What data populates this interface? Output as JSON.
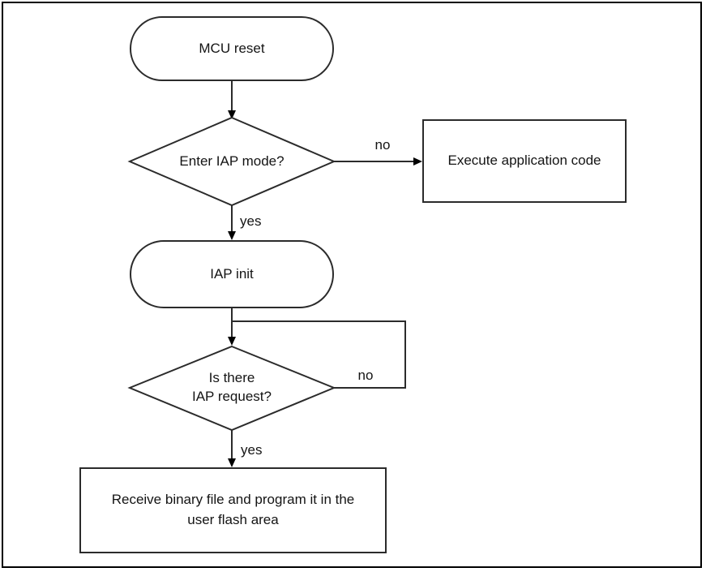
{
  "diagram": {
    "type": "flowchart",
    "colors": {
      "background": "#ffffff",
      "line": "#2b2b2b",
      "text": "#141414",
      "border": "#000000"
    },
    "nodes": {
      "mcu_reset": {
        "type": "terminator",
        "label": "MCU reset"
      },
      "enter_iap_mode": {
        "type": "decision",
        "label": "Enter IAP mode?"
      },
      "execute_app_code": {
        "type": "process",
        "label": "Execute application code"
      },
      "iap_init": {
        "type": "terminator",
        "label": "IAP init"
      },
      "iap_request": {
        "type": "decision",
        "label": "Is there\nIAP request?"
      },
      "receive_binary": {
        "type": "process",
        "label": "Receive binary file and program it in the\nuser flash area"
      }
    },
    "edges": {
      "enter_iap_no": {
        "label": "no"
      },
      "enter_iap_yes": {
        "label": "yes"
      },
      "iap_request_no": {
        "label": "no"
      },
      "iap_request_yes": {
        "label": "yes"
      }
    }
  }
}
